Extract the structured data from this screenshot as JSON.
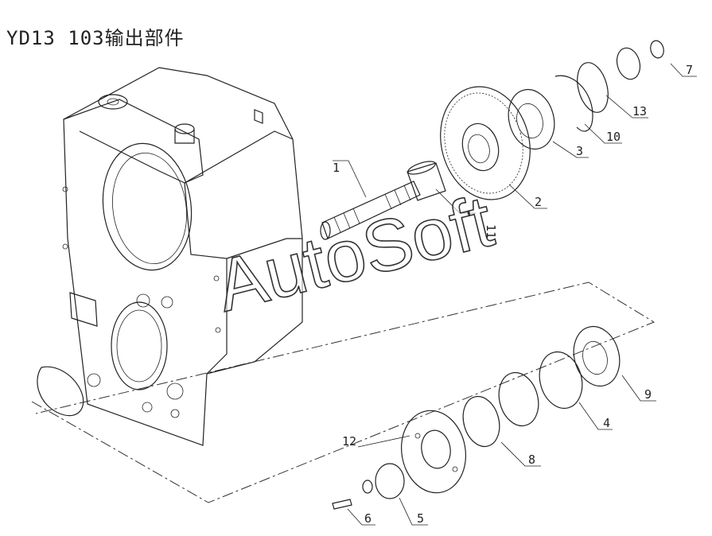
{
  "title": "YD13 103输出部件",
  "watermark": "AutoSoft",
  "callouts": [
    "1",
    "2",
    "3",
    "4",
    "5",
    "6",
    "7",
    "8",
    "9",
    "10",
    "11",
    "12",
    "13"
  ],
  "colors": {
    "line": "#222222",
    "background": "#ffffff"
  }
}
